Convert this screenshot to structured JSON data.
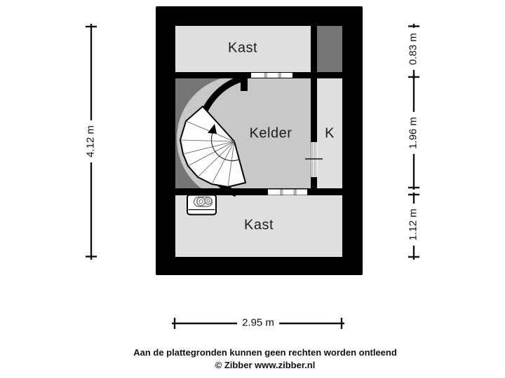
{
  "floorplan": {
    "title_context": "basement floor plan",
    "room_labels": {
      "kast_top": "Kast",
      "kelder": "Kelder",
      "k": "K",
      "kast_bottom": "Kast"
    },
    "dimensions": {
      "height_total": "4.12 m",
      "right_top": "0.83 m",
      "right_middle": "1.96 m",
      "right_bottom": "1.12 m",
      "width_total": "2.95 m"
    },
    "colors": {
      "background": "#ffffff",
      "wall": "#000000",
      "room_light": "#dfdfdf",
      "room_mid": "#c8c8c8",
      "room_dark": "#757575",
      "dim_line": "#111111",
      "symbol_white": "#ffffff"
    },
    "icons": {
      "stair": "spiral-staircase-icon",
      "boiler": "boiler-icon",
      "window_top": "window-symbol",
      "window_bottom": "window-symbol",
      "door_k": "door-hatch-symbol"
    }
  },
  "footer": {
    "disclaimer": "Aan de plattegronden kunnen geen rechten worden ontleend",
    "credit": "© Zibber www.zibber.nl"
  }
}
